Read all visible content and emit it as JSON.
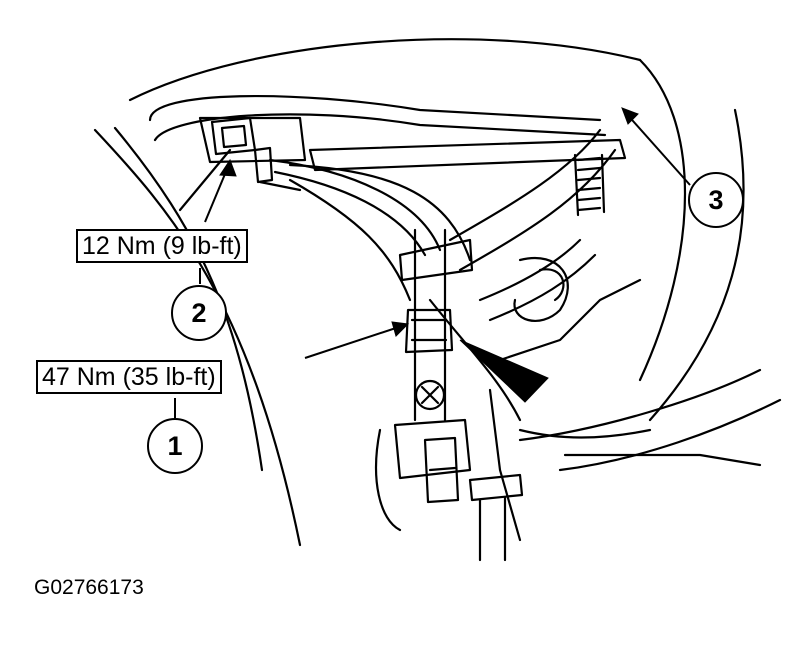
{
  "callouts": {
    "c1": "1",
    "c2": "2",
    "c3": "3"
  },
  "torque_labels": {
    "t1": "12 Nm (9 lb-ft)",
    "t2": "47 Nm (35 lb-ft)"
  },
  "figure_id": "G02766173"
}
